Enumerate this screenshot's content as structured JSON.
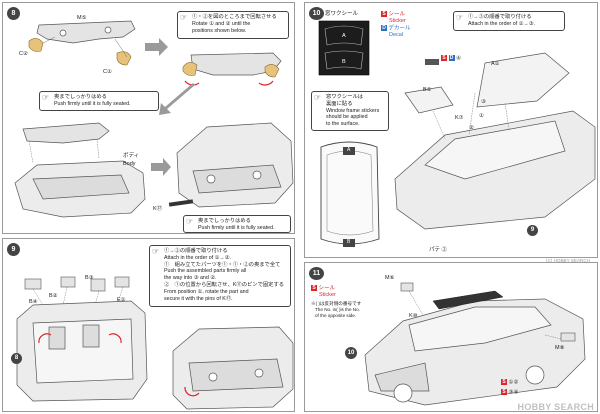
{
  "step8": {
    "num": "8",
    "note1": [
      "①・②を図のところまで回転させる",
      "Rotate ① and ② until the",
      "positions shown below."
    ],
    "note2": [
      "奥までしっかりはめる",
      "Push firmly until it is fully seated."
    ],
    "note3": [
      "奥までしっかりはめる",
      "Push firmly until it is fully seated."
    ],
    "labels": {
      "m": "M⑤",
      "c_left": "C②",
      "c_right": "C①",
      "body_jp": "ボディ",
      "body_en": "Body",
      "k": "K⑰"
    },
    "circle_refs": [
      "①",
      "②",
      "①",
      "②"
    ]
  },
  "step9": {
    "num": "9",
    "note": [
      "①→②の順番で取り付ける",
      "Attach in the order of ①→②.",
      "①　組み立てたパーツを①・①・②の奥まで全て",
      "Push the assembled parts firmly all",
      "the way into ③ and ②.",
      "②　①の位置から回転させ、K⑰のピンで固定する",
      "From position ①, rotate the part and",
      "secure it with the pins of K⑰."
    ],
    "labels": {
      "b2": "B②",
      "b4": "B④",
      "e1": "E①",
      "b3": "B③",
      "step8ref": "8"
    },
    "circle_refs": [
      "①",
      "②"
    ]
  },
  "step10": {
    "num": "10",
    "window_title": "窓ワクシール",
    "window_a": "A",
    "window_b": "B",
    "legend": [
      {
        "tag": "S",
        "jp": "シール",
        "en": "Sticker"
      },
      {
        "tag": "D",
        "jp": "デカール",
        "en": "Decal"
      }
    ],
    "note": [
      "①→③の順番で取り付ける",
      "Attach in the order of ①→③."
    ],
    "window_note": [
      "窓ワクシールは",
      "裏面に貼る",
      "Window frame stickers",
      "should be applied",
      "to the surface."
    ],
    "labels": {
      "a1": "A①",
      "b5": "B⑤",
      "k7": "K⑦",
      "parts": "パテ ②",
      "step9ref": "9"
    },
    "circle_refs": [
      "①",
      "②",
      "③",
      "④"
    ],
    "side_tags": [
      "S",
      "D",
      "④"
    ]
  },
  "step11": {
    "num": "11",
    "legend": {
      "tag": "S",
      "jp": "シール",
      "en": "Sticker"
    },
    "note": [
      "※( )は反対側の番号です",
      "The No. in( )is the No.",
      "of the opposite side."
    ],
    "labels": {
      "m6": "M⑥",
      "k10": "K⑩",
      "m8": "M⑧",
      "step10ref": "10",
      "s1": "①",
      "s2": "②",
      "s3": "③",
      "s4": "④"
    }
  },
  "watermark": "HOBBY SEARCH",
  "copyright": "(C) HOBBY SEARCH"
}
